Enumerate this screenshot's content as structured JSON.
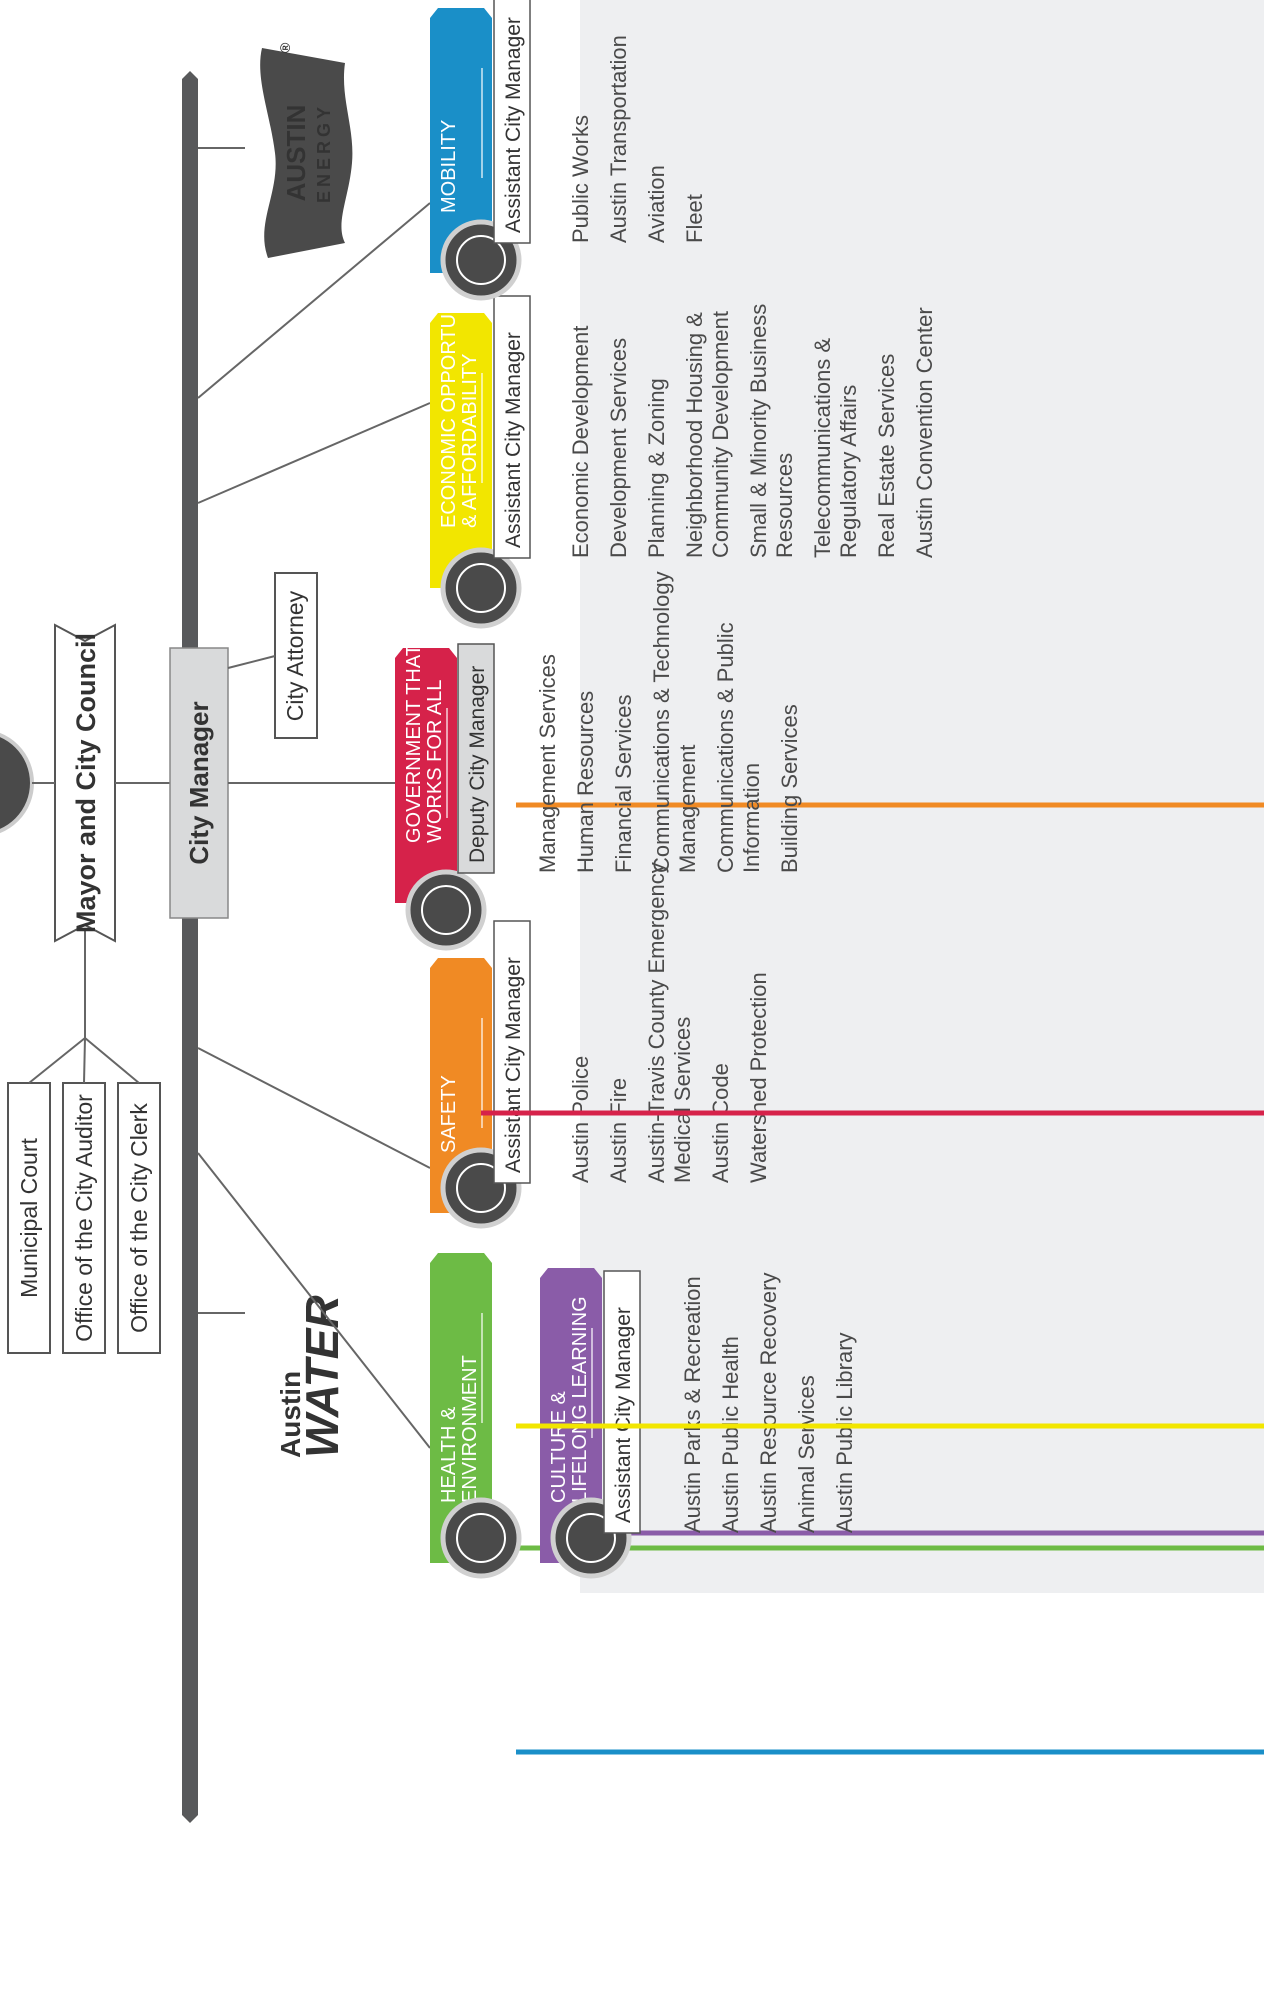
{
  "top": {
    "council": "Mayor and City Council",
    "city_manager": "City Manager",
    "city_attorney": "City Attorney",
    "side_offices": [
      "Municipal Court",
      "Office of the City Auditor",
      "Office of the City Clerk"
    ]
  },
  "logos": {
    "austin_energy": {
      "line1": "AUSTIN",
      "line2": "ENERGY",
      "mark": "®"
    },
    "austin_water": {
      "line1": "Austin",
      "line2": "WATER"
    }
  },
  "outcomes": [
    {
      "id": "health",
      "title": [
        "HEALTH &",
        "ENVIRONMENT"
      ],
      "color": "#6dbb45",
      "icon": "leaf-flower-icon",
      "manager": "Assistant City Manager",
      "departments": []
    },
    {
      "id": "culture",
      "title": [
        "CULTURE &",
        "LIFELONG LEARNING"
      ],
      "color": "#8a5ca8",
      "icon": "open-book-icon",
      "manager": "Assistant City Manager",
      "departments": [
        [
          "Austin Parks & Recreation"
        ],
        [
          "Austin Public Health"
        ],
        [
          "Austin Resource Recovery"
        ],
        [
          "Animal Services"
        ],
        [
          "Austin Public Library"
        ]
      ]
    },
    {
      "id": "safety",
      "title": [
        "SAFETY"
      ],
      "color": "#f08a24",
      "icon": "police-badge-icon",
      "manager": "Assistant City Manager",
      "departments": [
        [
          "Austin Police"
        ],
        [
          "Austin Fire"
        ],
        [
          "Austin-Travis County Emergency",
          "Medical Services"
        ],
        [
          "Austin Code"
        ],
        [
          "Watershed Protection"
        ]
      ]
    },
    {
      "id": "government",
      "title": [
        "GOVERNMENT THAT",
        "WORKS FOR ALL"
      ],
      "color": "#d6224a",
      "icon": "government-building-icon",
      "manager": "Deputy City Manager",
      "departments": [
        [
          "Management Services"
        ],
        [
          "Human Resources"
        ],
        [
          "Financial Services"
        ],
        [
          "Communications & Technology",
          "Management"
        ],
        [
          "Communications & Public",
          "Information"
        ],
        [
          "Building Services"
        ]
      ]
    },
    {
      "id": "economic",
      "title": [
        "ECONOMIC OPPORTUNITY",
        "& AFFORDABILITY"
      ],
      "color": "#f2e600",
      "icon": "handshake-icon",
      "manager": "Assistant City Manager",
      "departments": [
        [
          "Economic Development"
        ],
        [
          "Development Services"
        ],
        [
          "Planning & Zoning"
        ],
        [
          "Neighborhood Housing &",
          "Community Development"
        ],
        [
          "Small & Minority Business",
          "Resources"
        ],
        [
          "Telecommunications &",
          "Regulatory Affairs"
        ],
        [
          "Real Estate Services"
        ],
        [
          "Austin Convention Center"
        ]
      ]
    },
    {
      "id": "mobility",
      "title": [
        "MOBILITY"
      ],
      "color": "#1a8fc8",
      "icon": "bus-icon",
      "manager": "Assistant City Manager",
      "departments": [
        [
          "Public Works"
        ],
        [
          "Austin Transportation"
        ],
        [
          "Aviation"
        ],
        [
          "Fleet"
        ]
      ]
    }
  ]
}
